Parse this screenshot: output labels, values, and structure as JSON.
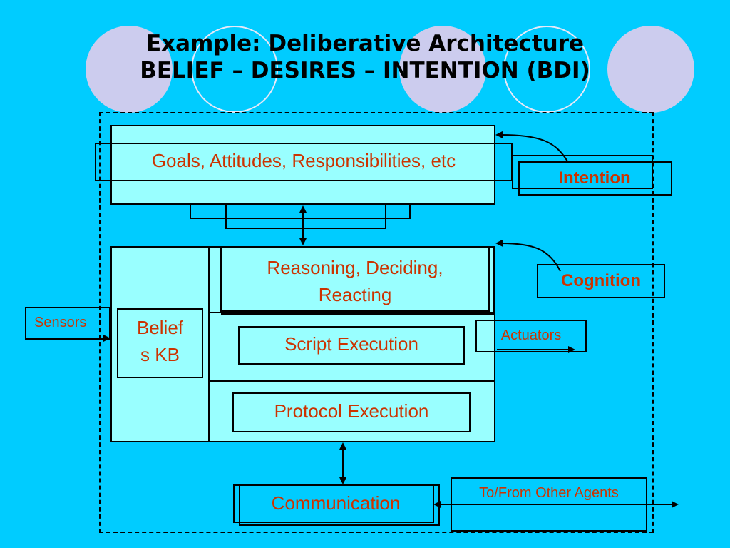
{
  "slide": {
    "title_line1": "Example: Deliberative Architecture",
    "title_line2": "BELIEF – DESIRES – INTENTION (BDI)"
  },
  "diagram": {
    "goals": "Goals, Attitudes, Responsibilities, etc",
    "intention": "Intention",
    "reasoning_line1": "Reasoning, Deciding,",
    "reasoning_line2": "Reacting",
    "cognition": "Cognition",
    "sensors": "Sensors",
    "beliefs_line1": "Belief",
    "beliefs_line2": "s KB",
    "script_execution": "Script Execution",
    "actuators": "Actuators",
    "protocol_execution": "Protocol Execution",
    "communication": "Communication",
    "other_agents": "To/From Other Agents"
  },
  "colors": {
    "background": "#00ccff",
    "box_fill": "#99ffff",
    "label_text": "#cc3300",
    "decor_circle": "#ccccee"
  }
}
